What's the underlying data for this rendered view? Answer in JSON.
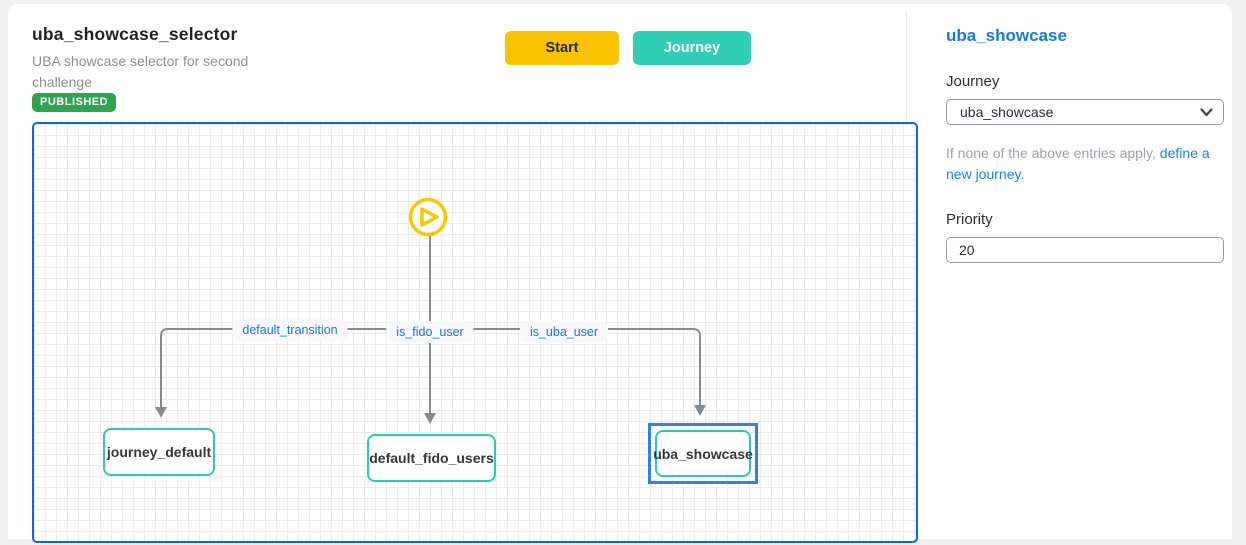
{
  "header": {
    "title": "uba_showcase_selector",
    "description": "UBA showcase selector for second challenge",
    "status_badge": "PUBLISHED",
    "start_button": "Start",
    "journey_button": "Journey"
  },
  "diagram": {
    "start_node": "play-icon",
    "transitions": [
      {
        "label": "default_transition",
        "target": "journey_default"
      },
      {
        "label": "is_fido_user",
        "target": "default_fido_users"
      },
      {
        "label": "is_uba_user",
        "target": "uba_showcase"
      }
    ],
    "nodes": [
      {
        "label": "journey_default",
        "selected": false
      },
      {
        "label": "default_fido_users",
        "selected": false
      },
      {
        "label": "uba_showcase",
        "selected": true
      }
    ]
  },
  "sidebar": {
    "title": "uba_showcase",
    "journey_label": "Journey",
    "journey_selected_value": "uba_showcase",
    "hint_text": "If none of the above entries apply, ",
    "hint_link": "define a new journey.",
    "priority_label": "Priority",
    "priority_value": "20"
  },
  "colors": {
    "accent_yellow": "#fcc400",
    "accent_teal": "#2fcdb1",
    "accent_blue": "#1779e0",
    "selection_blue": "#2f80ed",
    "canvas_border_blue": "#1266c9",
    "published_green": "#2ea44f",
    "edge_gray": "#858b93"
  }
}
